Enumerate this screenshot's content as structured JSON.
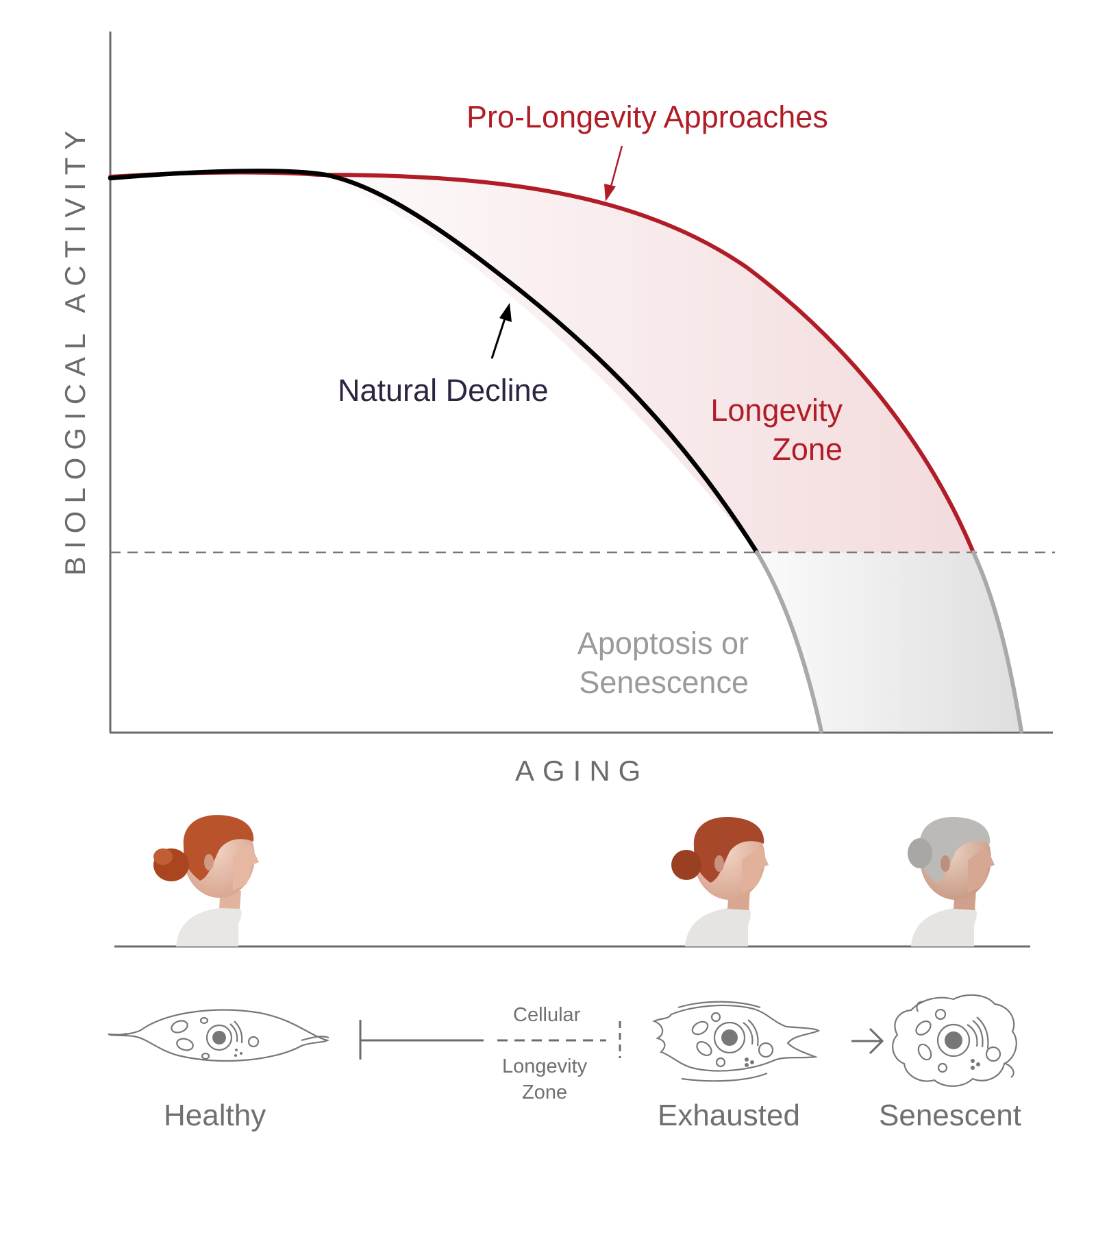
{
  "axes": {
    "y_label": "BIOLOGICAL ACTIVITY",
    "x_label": "AGING"
  },
  "annotations": {
    "pro_longevity": "Pro-Longevity Approaches",
    "natural_decline": "Natural Decline",
    "longevity_zone": "Longevity\nZone",
    "apoptosis": "Apoptosis or\nSenescence"
  },
  "timeline": {
    "cellular_top": "Cellular",
    "cellular_bottom": "Longevity\nZone"
  },
  "stages": {
    "healthy": "Healthy",
    "exhausted": "Exhausted",
    "senescent": "Senescent"
  },
  "colors": {
    "red": "#b11d27",
    "black": "#000000",
    "gray": "#a9a9a9",
    "label_gray": "#9a9a9a",
    "axis": "#6b6b6b",
    "navy": "#2e2440",
    "stage_gray": "#707070"
  }
}
